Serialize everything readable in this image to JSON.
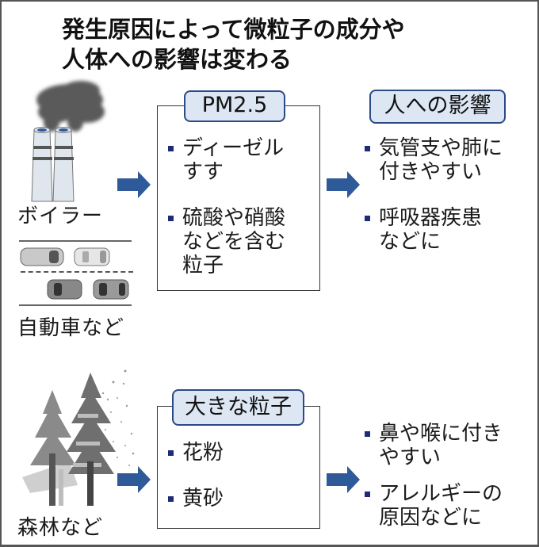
{
  "title": {
    "line1": "発生原因によって微粒子の成分や",
    "line2": "人体への影響は変わる"
  },
  "pm25": {
    "sources": [
      {
        "label": "ボイラー",
        "icon": "factory-chimney-icon"
      },
      {
        "label": "自動車など",
        "icon": "cars-road-icon"
      }
    ],
    "box_label": "PM2.5",
    "items": [
      {
        "line1": "ディーゼル",
        "line2": "すす"
      },
      {
        "line1": "硫酸や硝酸",
        "line2": "などを含む",
        "line3": "粒子"
      }
    ],
    "effect_label": "人への影響",
    "effects": [
      {
        "line1": "気管支や肺に",
        "line2": "付きやすい"
      },
      {
        "line1": "呼吸器疾患",
        "line2": "などに"
      }
    ]
  },
  "large": {
    "source": {
      "label": "森林など",
      "icon": "forest-pollen-icon"
    },
    "box_label": "大きな粒子",
    "items": [
      {
        "line1": "花粉"
      },
      {
        "line1": "黄砂"
      }
    ],
    "effects": [
      {
        "line1": "鼻や喉に付き",
        "line2": "やすい"
      },
      {
        "line1": "アレルギーの",
        "line2": "原因などに"
      }
    ]
  },
  "colors": {
    "arrow": "#2f5a9a",
    "pill_fill": "#dde6f3",
    "pill_border": "#2b4a86",
    "bullet": "#1f2a7a"
  }
}
